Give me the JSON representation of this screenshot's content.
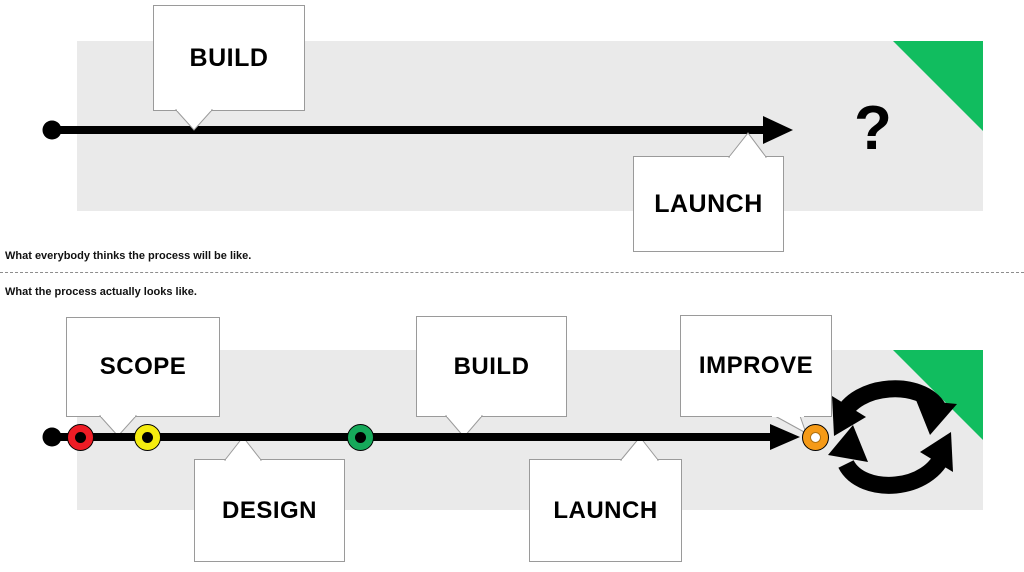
{
  "diagram": {
    "title": "Expectation vs reality of a product process",
    "accent_green": "#11bd5f",
    "band_gray": "#eaeaea",
    "line_black": "#000000"
  },
  "captions": {
    "top": "What everybody thinks the process will be like.",
    "bottom": "What the process actually looks like."
  },
  "expected": {
    "callouts": [
      {
        "label": "BUILD"
      },
      {
        "label": "LAUNCH"
      }
    ],
    "end_symbol": "?",
    "start_marker": "start-dot",
    "arrow": "right-arrow"
  },
  "actual": {
    "callouts": [
      {
        "label": "SCOPE"
      },
      {
        "label": "DESIGN"
      },
      {
        "label": "BUILD"
      },
      {
        "label": "LAUNCH"
      },
      {
        "label": "IMPROVE"
      }
    ],
    "markers": [
      {
        "name": "start-dot",
        "color": "#000000",
        "hole": "#000000"
      },
      {
        "name": "scope-marker",
        "color": "#ee1c25",
        "hole": "#000000"
      },
      {
        "name": "design-marker",
        "color": "#f5ec10",
        "hole": "#000000"
      },
      {
        "name": "build-marker",
        "color": "#16a95a",
        "hole": "#000000"
      },
      {
        "name": "improve-marker",
        "color": "#f59a17",
        "hole": "#ffffff"
      }
    ],
    "loop_symbol": "cycle-arrows"
  }
}
